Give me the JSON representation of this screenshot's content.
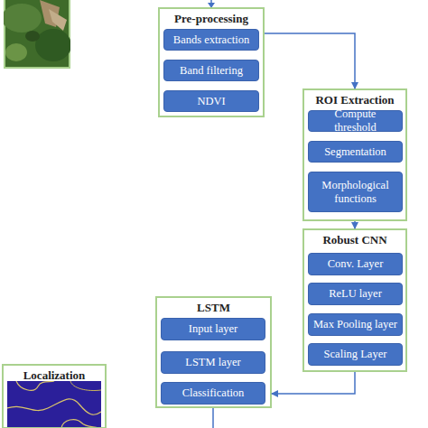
{
  "diagram": {
    "nodes": [
      {
        "text": [
          "Pre-processing"
        ]
      },
      {
        "text": [
          "Bands extraction"
        ],
        "in": 0
      },
      {
        "text": [
          "Band filtering"
        ],
        "in": 0
      },
      {
        "text": [
          "NDVI"
        ],
        "in": 0
      },
      {
        "text": [
          "ROI Extraction"
        ]
      },
      {
        "text": [
          "Compute threshold"
        ],
        "in": 4
      },
      {
        "text": [
          "Segmentation"
        ],
        "in": 4
      },
      {
        "text": [
          "Morphological functions"
        ],
        "in": 4
      },
      {
        "text": [
          "Robust CNN"
        ]
      },
      {
        "text": [
          "Conv. Layer"
        ],
        "in": 8
      },
      {
        "text": [
          "ReLU layer"
        ],
        "in": 8
      },
      {
        "text": [
          "Max Pooling layer"
        ],
        "in": 8
      },
      {
        "text": [
          "Scaling Layer"
        ],
        "in": 8
      },
      {
        "text": [
          "LSTM"
        ]
      },
      {
        "text": [
          "Input layer"
        ],
        "in": 13
      },
      {
        "text": [
          "LSTM layer"
        ],
        "in": 13
      },
      {
        "text": [
          "Classification"
        ],
        "in": 13
      },
      {
        "text": [
          "Localization"
        ]
      }
    ],
    "edges": [
      {
        "from": 0,
        "to": 4,
        "arrow": "to"
      },
      {
        "from": 4,
        "to": 8,
        "arrow": "to"
      },
      {
        "from": 8,
        "to": 13,
        "arrow": "to"
      }
    ]
  }
}
